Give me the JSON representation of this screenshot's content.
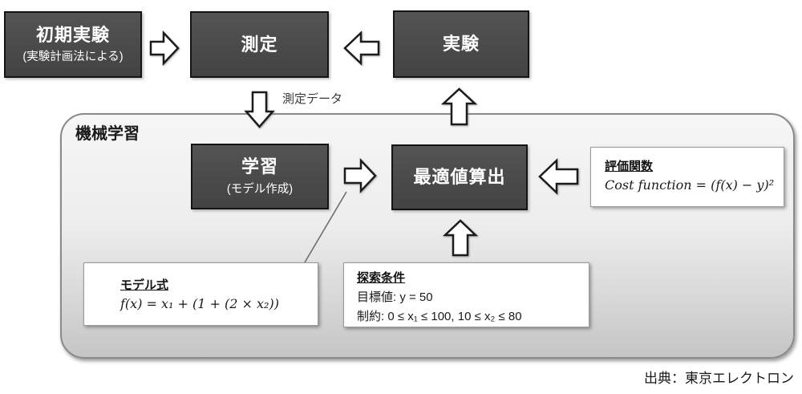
{
  "diagram": {
    "flow_top": {
      "initial_experiment": {
        "title": "初期実験",
        "subtitle": "(実験計画法による)"
      },
      "measurement": {
        "title": "測定"
      },
      "experiment": {
        "title": "実験"
      }
    },
    "arrow_labels": {
      "measurement_data": "測定データ"
    },
    "ml_container": {
      "title": "機械学習",
      "learning": {
        "title": "学習",
        "subtitle": "(モデル作成)"
      },
      "optimal_value_calc": {
        "title": "最適値算出"
      },
      "cost_function": {
        "title": "評価関数",
        "formula": "Cost function = (f(x) − y)²"
      },
      "model_formula": {
        "title": "モデル式",
        "formula": "f(x) = x₁ + (1 + (2 × x₂))"
      },
      "search_conditions": {
        "title": "探索条件",
        "lines": [
          "目標値: y = 50",
          "制約: 0 ≤ x₁ ≤ 100, 10 ≤ x₂ ≤ 80"
        ]
      }
    },
    "source": "出典：東京エレクトロン",
    "colors": {
      "node_fill": "#4a4a4a",
      "node_border": "#141414",
      "node_text": "#ffffff",
      "container_top": "#f6f6f6",
      "container_bottom": "#c5c5c5",
      "container_border": "#8a8a8a",
      "annotation_fill": "#ffffff",
      "annotation_border": "#999999",
      "arrow_fill": "#ffffff",
      "arrow_stroke": "#1c1c1c"
    }
  }
}
